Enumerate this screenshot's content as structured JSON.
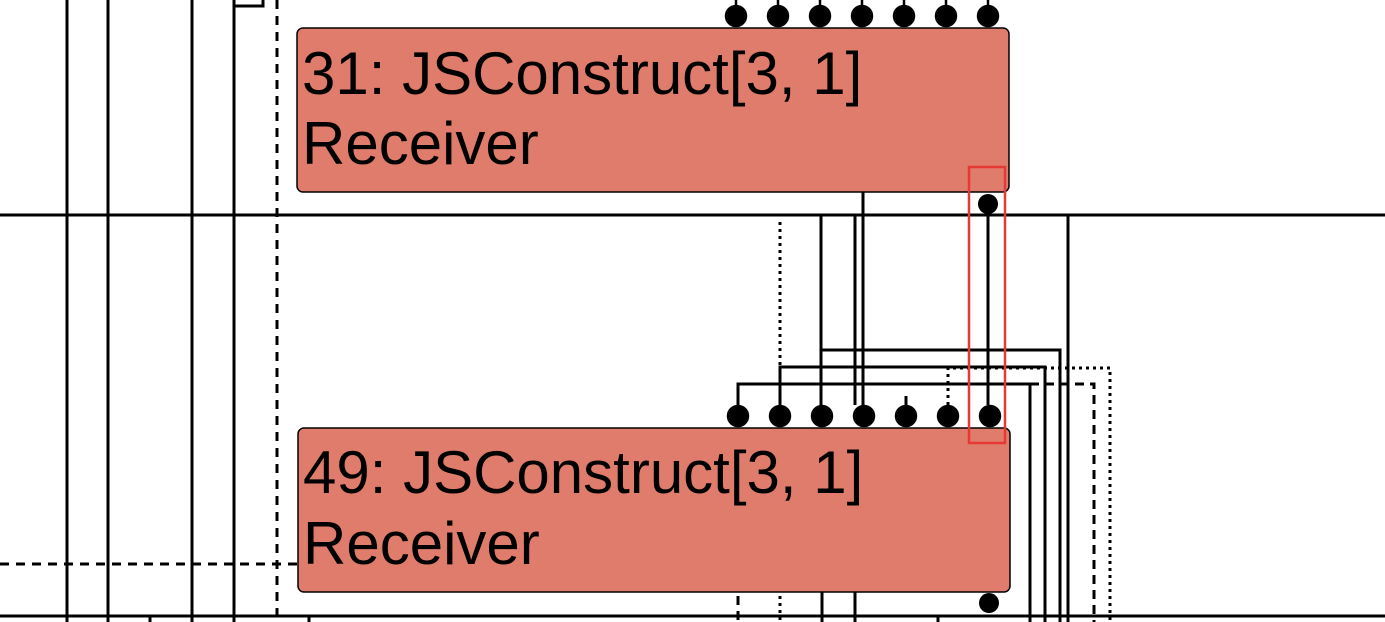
{
  "nodes": [
    {
      "id": "31",
      "title": "31: JSConstruct[3, 1]",
      "subtitle": "Receiver",
      "fill": "#e07c6c"
    },
    {
      "id": "49",
      "title": "49: JSConstruct[3, 1]",
      "subtitle": "Receiver",
      "fill": "#e07c6c"
    }
  ],
  "colors": {
    "edge": "#000000",
    "highlight": "#e53935",
    "background": "#ffffff"
  }
}
